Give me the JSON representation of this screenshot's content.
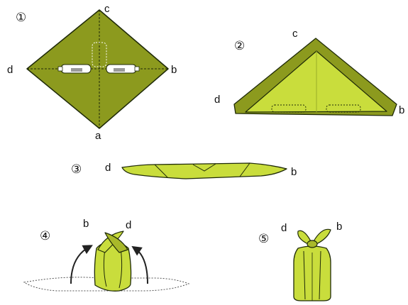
{
  "colors": {
    "cloth_dark": "#8c9a1e",
    "cloth_mid": "#a9b92a",
    "cloth_light": "#c9dd3c",
    "outline": "#1f2a08",
    "bottle": "#ffffff",
    "bottle_label": "#9a9a9a",
    "arrow": "#222222"
  },
  "steps": [
    {
      "number": "①",
      "corners": {
        "top": "c",
        "left": "d",
        "right": "b",
        "bottom": "a"
      }
    },
    {
      "number": "②",
      "corners": {
        "top": "c",
        "left": "d",
        "right": "b"
      }
    },
    {
      "number": "③",
      "corners": {
        "left": "d",
        "right": "b"
      }
    },
    {
      "number": "④",
      "corners": {
        "left": "b",
        "right": "d"
      }
    },
    {
      "number": "⑤",
      "corners": {
        "left": "d",
        "right": "b"
      }
    }
  ]
}
